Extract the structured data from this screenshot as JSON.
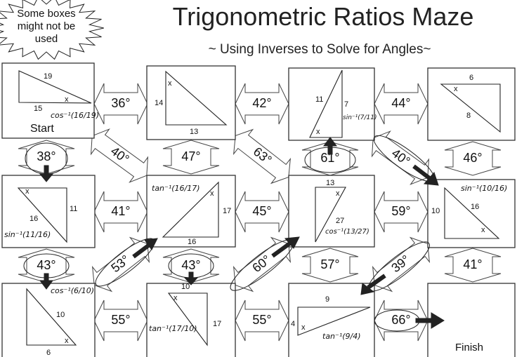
{
  "header": {
    "title": "Trigonometric Ratios Maze",
    "subtitle": "~ Using Inverses to Solve for Angles~",
    "note": [
      "Some boxes",
      "might not be",
      "used"
    ]
  },
  "boxes": [
    {
      "labels": [
        "19",
        "x",
        "15"
      ],
      "work": "cos⁻¹(16/19)",
      "tag": "Start"
    },
    {
      "labels": [
        "x",
        "14",
        "13"
      ]
    },
    {
      "labels": [
        "11",
        "7",
        "x"
      ],
      "work": "sin⁻¹(7/11)"
    },
    {
      "labels": [
        "6",
        "x",
        "8"
      ]
    },
    {
      "labels": [
        "x",
        "11",
        "16"
      ],
      "work": "sin⁻¹(11/16)"
    },
    {
      "labels": [
        "x",
        "17",
        "16"
      ],
      "work": "tan⁻¹(16/17)"
    },
    {
      "labels": [
        "13",
        "x",
        "27"
      ],
      "work": "cos⁻¹(13/27)"
    },
    {
      "labels": [
        "10",
        "16",
        "x"
      ],
      "work": "sin⁻¹(10/16)"
    },
    {
      "labels": [
        "10",
        "x",
        "6"
      ],
      "work": "cos⁻¹(6/10)"
    },
    {
      "labels": [
        "10",
        "x",
        "17"
      ],
      "work": "tan⁻¹(17/10)"
    },
    {
      "labels": [
        "9",
        "4",
        "x"
      ],
      "work": "tan⁻¹(9/4)"
    },
    {
      "tag": "Finish"
    }
  ],
  "arrows": {
    "row1_h": [
      "36°",
      "42°",
      "44°"
    ],
    "row2_h": [
      "41°",
      "45°",
      "59°"
    ],
    "row3_h": [
      "55°",
      "55°",
      "66°"
    ],
    "v12": [
      "38°",
      "47°",
      "61°",
      "46°"
    ],
    "v23": [
      "43°",
      "43°",
      "57°",
      "41°"
    ],
    "diag12": [
      "40°",
      "63°",
      "40°"
    ],
    "diag23": [
      "53°",
      "60°",
      "39°"
    ]
  }
}
